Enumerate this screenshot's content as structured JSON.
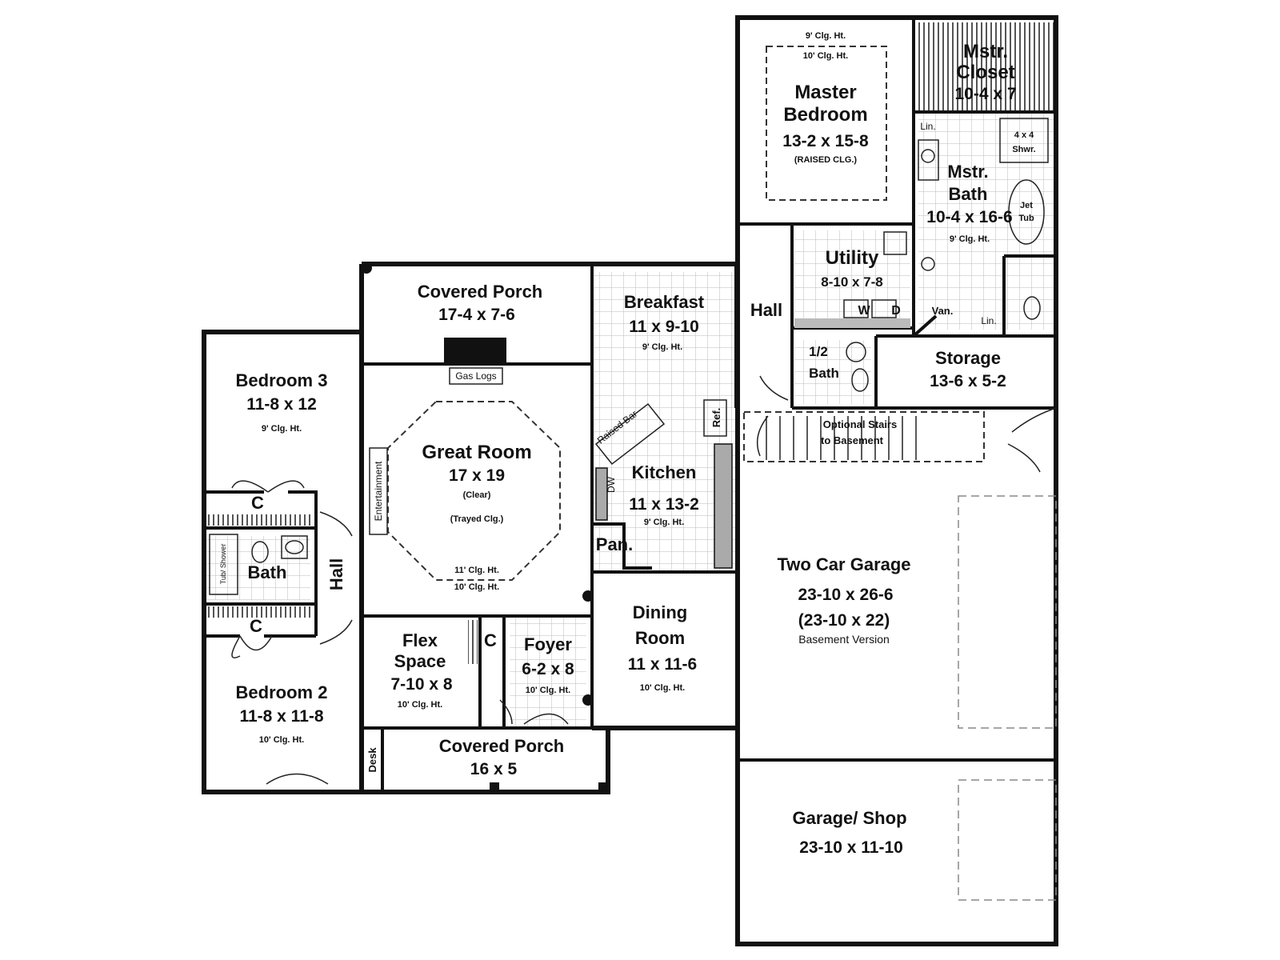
{
  "rooms": {
    "master_bedroom": {
      "name1": "Master",
      "name2": "Bedroom",
      "size": "13-2 x 15-8",
      "note": "(RAISED CLG.)",
      "clg1": "9' Clg. Ht.",
      "clg2": "10' Clg. Ht."
    },
    "master_closet": {
      "name1": "Mstr.",
      "name2": "Closet",
      "size": "10-4 x 7"
    },
    "master_bath": {
      "name1": "Mstr.",
      "name2": "Bath",
      "size": "10-4 x 16-6",
      "clg": "9' Clg. Ht."
    },
    "utility": {
      "name": "Utility",
      "size": "8-10 x 7-8"
    },
    "hall_upper": {
      "name": "Hall"
    },
    "half_bath": {
      "name1": "1/2",
      "name2": "Bath"
    },
    "storage": {
      "name": "Storage",
      "size": "13-6 x 5-2"
    },
    "covered_porch_rear": {
      "name": "Covered Porch",
      "size": "17-4 x 7-6"
    },
    "breakfast": {
      "name": "Breakfast",
      "size": "11 x 9-10",
      "clg": "9' Clg. Ht."
    },
    "bedroom3": {
      "name": "Bedroom 3",
      "size": "11-8 x 12",
      "clg": "9' Clg. Ht."
    },
    "great_room": {
      "name": "Great Room",
      "size": "17 x 19",
      "note1": "(Clear)",
      "note2": "(Trayed Clg.)",
      "clg1": "11' Clg. Ht.",
      "clg2": "10' Clg. Ht."
    },
    "kitchen": {
      "name": "Kitchen",
      "size": "11 x 13-2",
      "clg": "9' Clg. Ht."
    },
    "pantry": {
      "name": "Pan."
    },
    "stairs": {
      "line1": "Optional Stairs",
      "line2": "to Basement"
    },
    "two_car_garage": {
      "name": "Two Car Garage",
      "size": "23-10 x 26-6",
      "alt": "(23-10 x 22)",
      "note": "Basement Version"
    },
    "bath": {
      "name": "Bath"
    },
    "hall_left": {
      "name": "Hall"
    },
    "closet_upper": {
      "name": "C"
    },
    "closet_lower": {
      "name": "C"
    },
    "closet_foyer": {
      "name": "C"
    },
    "dining_room": {
      "name1": "Dining",
      "name2": "Room",
      "size": "11 x 11-6",
      "clg": "10' Clg. Ht."
    },
    "flex_space": {
      "name1": "Flex",
      "name2": "Space",
      "size": "7-10 x 8",
      "clg": "10' Clg. Ht."
    },
    "foyer": {
      "name": "Foyer",
      "size": "6-2 x 8",
      "clg": "10' Clg. Ht."
    },
    "bedroom2": {
      "name": "Bedroom 2",
      "size": "11-8 x 11-8",
      "clg": "10' Clg. Ht."
    },
    "covered_porch_front": {
      "name": "Covered Porch",
      "size": "16 x 5"
    },
    "garage_shop": {
      "name": "Garage/ Shop",
      "size": "23-10 x 11-10"
    }
  },
  "fixtures": {
    "gas_logs": "Gas Logs",
    "entertainment": "Entertainment",
    "raised_bar": "Raised Bar",
    "dw": "DW",
    "ref": "Ref.",
    "shower": "4 x 4",
    "shower2": "Shwr.",
    "jet_tub1": "Jet",
    "jet_tub2": "Tub",
    "lin1": "Lin.",
    "lin2": "Lin.",
    "van": "Van.",
    "washer": "W",
    "dryer": "D",
    "desk": "Desk",
    "tub_shower": "Tub/ Shower"
  }
}
